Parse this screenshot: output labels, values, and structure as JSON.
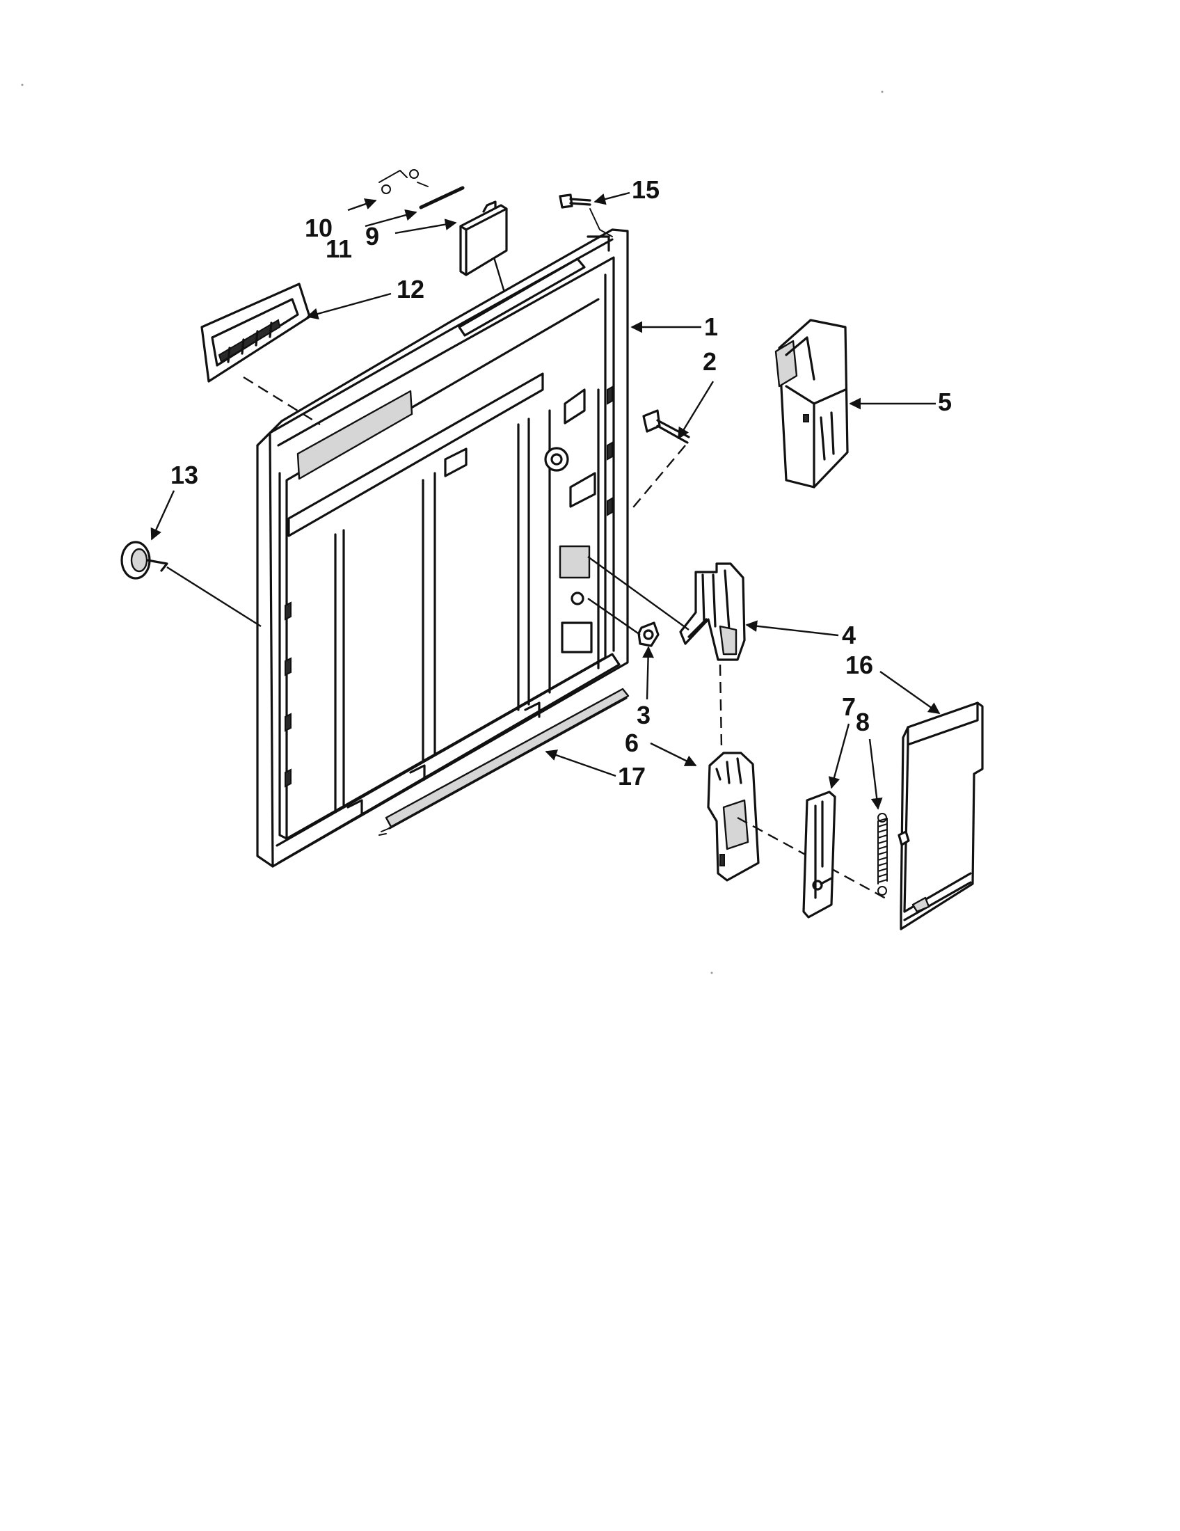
{
  "diagram": {
    "colors": {
      "ink": "#111111",
      "paper": "#ffffff",
      "shade": "#d6d6d6"
    },
    "callouts": [
      {
        "id": "1",
        "text": "1"
      },
      {
        "id": "2",
        "text": "2"
      },
      {
        "id": "3",
        "text": "3"
      },
      {
        "id": "4",
        "text": "4"
      },
      {
        "id": "5",
        "text": "5"
      },
      {
        "id": "6",
        "text": "6"
      },
      {
        "id": "7",
        "text": "7"
      },
      {
        "id": "8",
        "text": "8"
      },
      {
        "id": "9",
        "text": "9"
      },
      {
        "id": "10",
        "text": "10"
      },
      {
        "id": "11",
        "text": "11"
      },
      {
        "id": "12",
        "text": "12"
      },
      {
        "id": "13",
        "text": "13"
      },
      {
        "id": "15",
        "text": "15"
      },
      {
        "id": "16",
        "text": "16"
      },
      {
        "id": "17",
        "text": "17"
      }
    ]
  }
}
